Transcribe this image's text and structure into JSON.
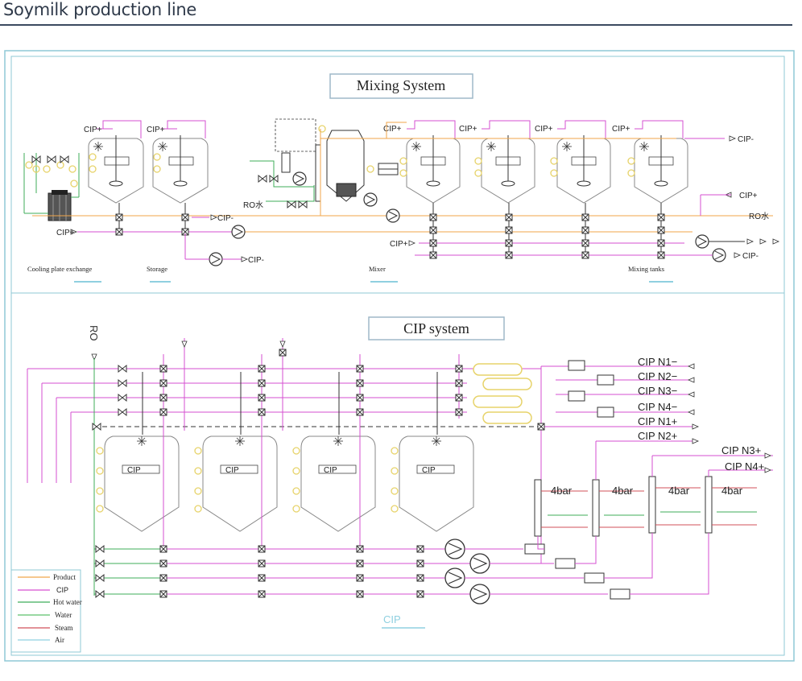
{
  "page_title": "Soymilk production line",
  "mixing": {
    "title": "Mixing System",
    "cip_plus_labels": [
      "CIP+",
      "CIP+",
      "CIP+",
      "CIP+",
      "CIP+",
      "CIP+"
    ],
    "cip_plus_left": "CIP+",
    "cip_plus_mid": "CIP+",
    "cip_plus_right": "CIP+",
    "cip_minus_right_top": "CIP-",
    "cip_minus_storage": "CIP-",
    "cip_minus_storage_low": "CIP-",
    "cip_minus_right_low": "CIP-",
    "ro_water_left": "RO水",
    "ro_water_right": "RO水",
    "section_labels": {
      "cooling": "Cooling plate exchange",
      "storage": "Storage",
      "mixer": "Mixer",
      "mixing_tanks": "Mixing tanks"
    }
  },
  "cip": {
    "title": "CIP system",
    "ro_label": "RO",
    "tank_labels": [
      "CIP",
      "CIP",
      "CIP",
      "CIP"
    ],
    "lines": [
      "CIP N1−",
      "CIP N2−",
      "CIP N3−",
      "CIP N4−",
      "CIP N1+",
      "CIP N2+",
      "CIP N3+",
      "CIP N4+"
    ],
    "pressure_labels": [
      "4bar",
      "4bar",
      "4bar",
      "4bar"
    ],
    "bottom_label": "CIP"
  },
  "legend": [
    {
      "label": "Product",
      "color": "#f0a64a"
    },
    {
      "label": "CIP",
      "color": "#d64fd0"
    },
    {
      "label": "Hot water",
      "color": "#3fae5a"
    },
    {
      "label": "Water",
      "color": "#5cc06a"
    },
    {
      "label": "Steam",
      "color": "#d0505a"
    },
    {
      "label": "Air",
      "color": "#8fd0e0"
    }
  ],
  "colors": {
    "frame": "#8fc8d6",
    "product": "#f0a64a",
    "cip": "#d64fd0",
    "water": "#3fae5a",
    "steam": "#d0505a",
    "line": "#333333"
  }
}
